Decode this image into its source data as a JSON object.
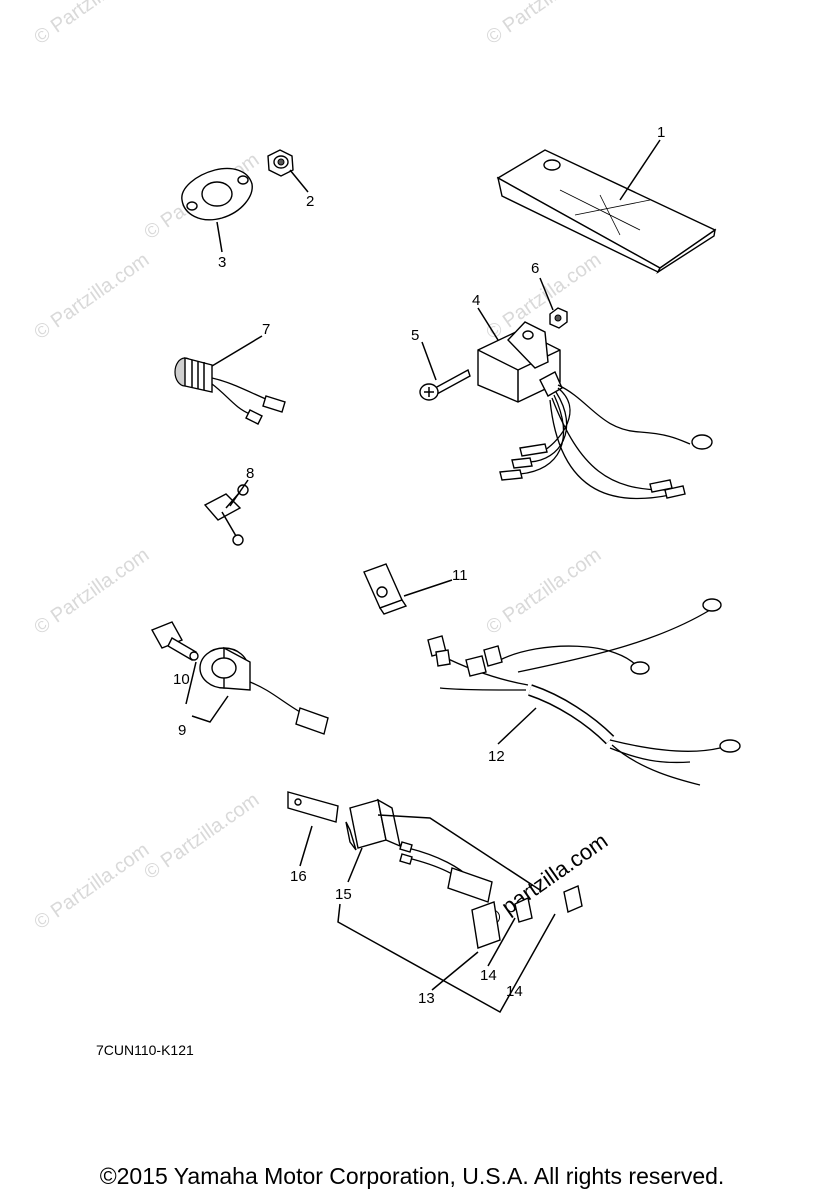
{
  "diagram": {
    "callouts": [
      "1",
      "2",
      "3",
      "4",
      "5",
      "6",
      "7",
      "8",
      "9",
      "10",
      "11",
      "12",
      "13",
      "14",
      "14",
      "15",
      "16"
    ],
    "watermarks": [
      "© Partzilla.com",
      "© Partzilla.com",
      "© Partzilla.com",
      "© Partzilla.com",
      "© Partzilla.com",
      "© Partzilla.com",
      "© Partzilla.com",
      "© Partzilla.com",
      "© Partzilla.com",
      "© partzilla.com"
    ],
    "code": "7CUN110-K121"
  },
  "footer": {
    "copyright": "©2015  Yamaha Motor Corporation, U.S.A. All rights reserved."
  }
}
